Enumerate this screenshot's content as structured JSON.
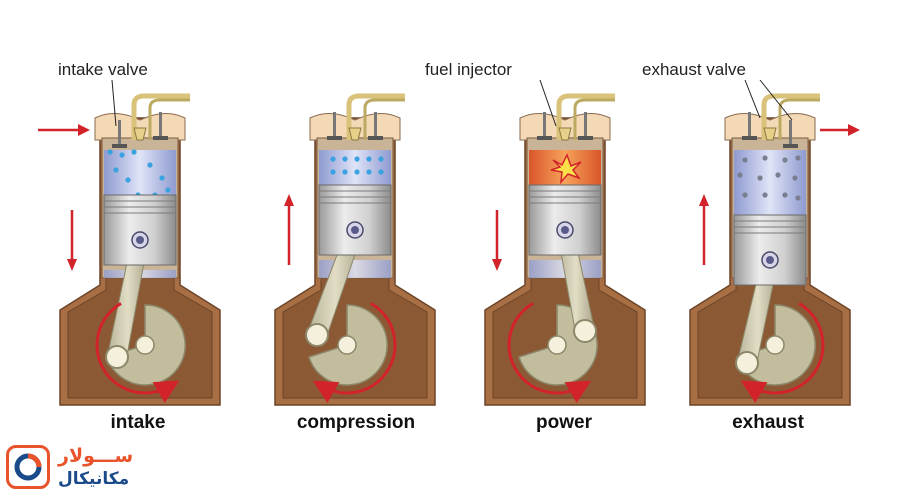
{
  "labels": {
    "intake_valve": "intake valve",
    "fuel_injector": "fuel injector",
    "exhaust_valve": "exhaust valve"
  },
  "stages": [
    {
      "id": "intake",
      "label": "intake",
      "arrow": "down",
      "crank": "counterclockwise"
    },
    {
      "id": "compression",
      "label": "compression",
      "arrow": "up",
      "crank": "clockwise"
    },
    {
      "id": "power",
      "label": "power",
      "arrow": "down",
      "crank": "counterclockwise"
    },
    {
      "id": "exhaust",
      "label": "exhaust",
      "arrow": "up",
      "crank": "clockwise"
    }
  ],
  "logo": {
    "line1": "ســـولار",
    "line2": "مكانيكال"
  },
  "colors": {
    "crankcase": "#9a6a45",
    "crankcase_fill": "#a86f45",
    "cylinder_wall": "#f3d9b5",
    "piston": "#c8c8c8",
    "gas": "#aab4e0",
    "intake_dots": "#3aa2e0",
    "exhaust_dots": "#7a7f90",
    "ignition": "#e86a2a",
    "arrow": "#d2232a",
    "logo_orange": "#e8532b",
    "logo_blue": "#1b4a8a"
  }
}
